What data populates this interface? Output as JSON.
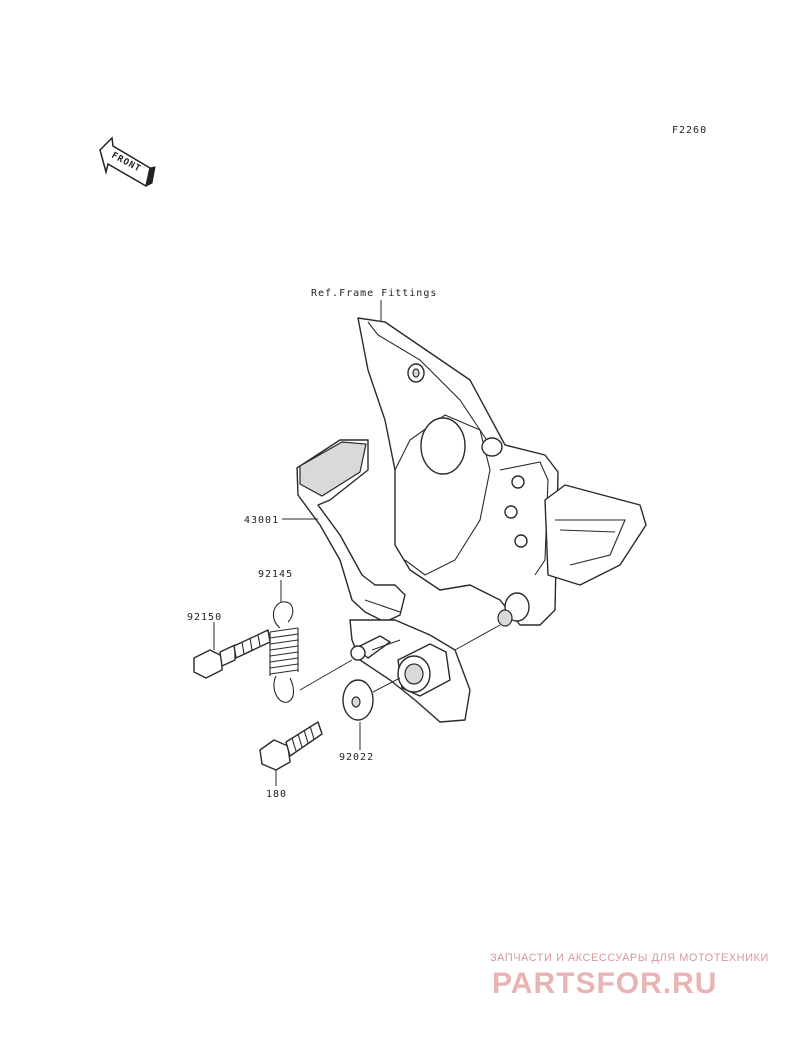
{
  "diagram_code": "F2260",
  "front_label": "FRONT",
  "ref_label": "Ref.Frame Fittings",
  "parts": [
    {
      "number": "43001"
    },
    {
      "number": "92145"
    },
    {
      "number": "92150"
    },
    {
      "number": "92022"
    },
    {
      "number": "180"
    }
  ],
  "watermark": {
    "subtitle": "ЗАПЧАСТИ И АКСЕССУАРЫ ДЛЯ МОТОТЕХНИКИ",
    "brand": "PARTSFOR.RU"
  }
}
